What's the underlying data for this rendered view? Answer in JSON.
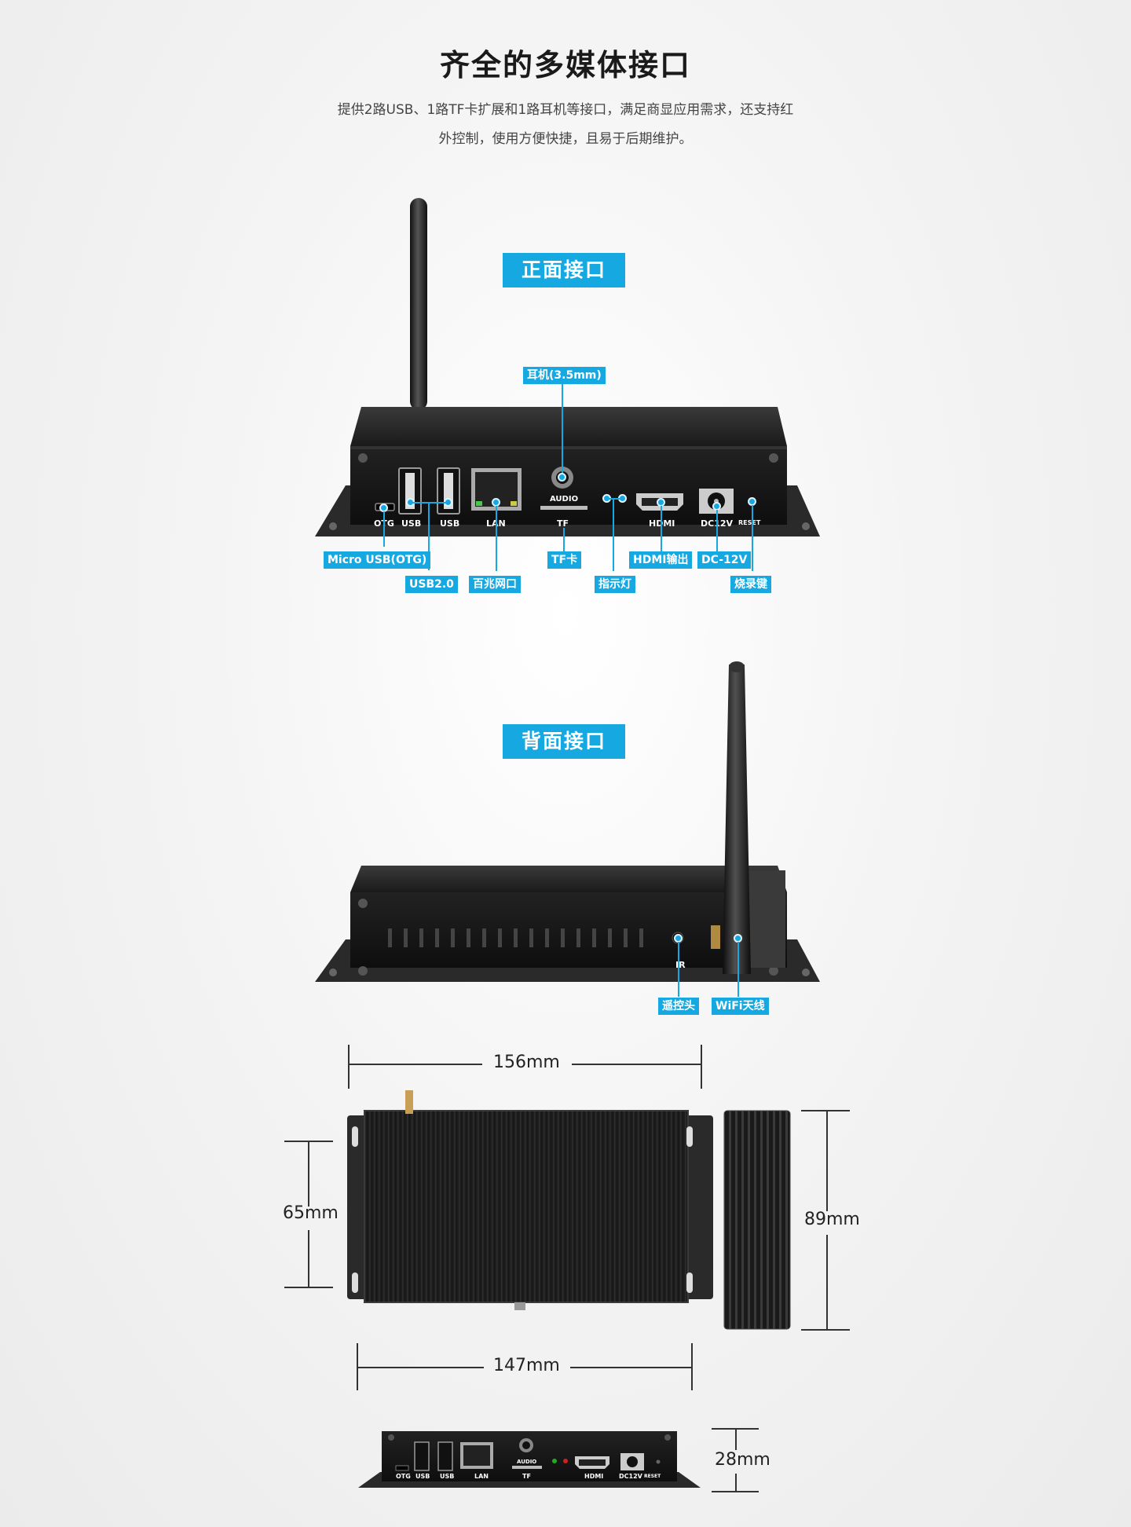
{
  "heading": "齐全的多媒体接口",
  "description": [
    "提供2路USB、1路TF卡扩展和1路耳机等接口，满足商显应用需求，还支持红",
    "外控制，使用方便快捷，且易于后期维护。"
  ],
  "front": {
    "badge": "正面接口",
    "port_labels": {
      "otg": "OTG",
      "usb1": "USB",
      "usb2": "USB",
      "lan": "LAN",
      "audio": "AUDIO",
      "tf": "TF",
      "hdmi": "HDMI",
      "dc": "DC12V",
      "reset": "RESET"
    },
    "callouts": {
      "earphone": "耳机(3.5mm)",
      "micro_usb": "Micro USB(OTG)",
      "usb20": "USB2.0",
      "ethernet": "百兆网口",
      "tf_card": "TF卡",
      "indicator": "指示灯",
      "hdmi_out": "HDMI输出",
      "dc": "DC-12V",
      "flash_key": "烧录键"
    }
  },
  "back": {
    "badge": "背面接口",
    "port_labels": {
      "ir": "IR"
    },
    "callouts": {
      "remote": "遥控头",
      "wifi": "WiFi天线"
    }
  },
  "dimensions": {
    "top_width": "156mm",
    "bottom_width": "147mm",
    "height_left": "65mm",
    "depth_right": "89mm",
    "thickness": "28mm"
  },
  "mini_front_labels": {
    "otg": "OTG",
    "usb1": "USB",
    "usb2": "USB",
    "lan": "LAN",
    "audio": "AUDIO",
    "tf": "TF",
    "hdmi": "HDMI",
    "dc": "DC12V",
    "reset": "RESET"
  },
  "colors": {
    "accent": "#16a8e0",
    "device": "#1c1c1c"
  }
}
